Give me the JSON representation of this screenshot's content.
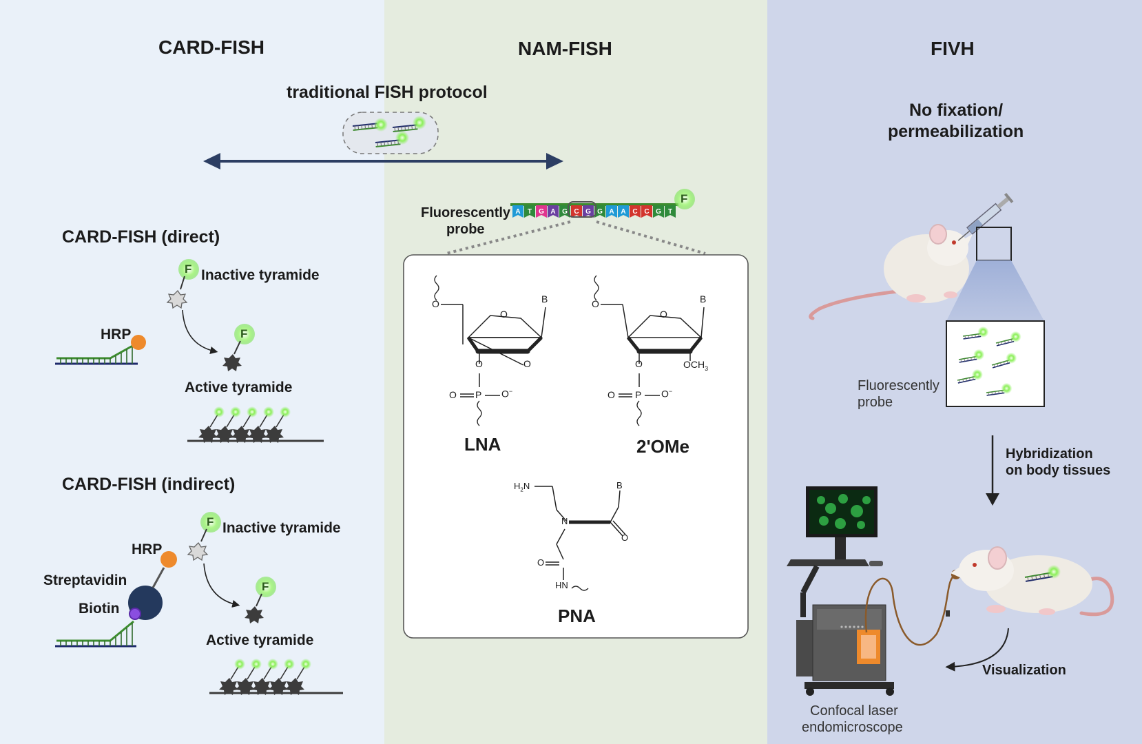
{
  "columns": {
    "card_fish": {
      "title": "CARD-FISH",
      "direct": {
        "heading": "CARD-FISH (direct)",
        "fluor_tag": "F",
        "inactive_label": "Inactive tyramide",
        "active_label": "Active tyramide",
        "hrp_label": "HRP"
      },
      "indirect": {
        "heading": "CARD-FISH (indirect)",
        "fluor_tag": "F",
        "inactive_label": "Inactive tyramide",
        "active_label": "Active tyramide",
        "hrp_label": "HRP",
        "streptavidin_label": "Streptavidin",
        "biotin_label": "Biotin"
      }
    },
    "nam_fish": {
      "title": "NAM-FISH",
      "probe_label_line1": "Fluorescently",
      "probe_label_line2": "probe",
      "probe_fluor_tag": "F",
      "probe_sequence": [
        "A",
        "T",
        "G",
        "A",
        "G",
        "C",
        "G",
        "G",
        "A",
        "A",
        "C",
        "C",
        "G",
        "T"
      ],
      "box": {
        "lna_label": "LNA",
        "ome_label": "2'OMe",
        "pna_label": "PNA",
        "atom_b": "B",
        "atom_o": "O",
        "atom_och3": "OCH",
        "atom_och3_sub": "3",
        "atom_o_minus": "O",
        "atom_p": "P",
        "atom_h2n": "H",
        "atom_h2n_sub": "2",
        "atom_h2n_n": "N",
        "atom_n": "N",
        "atom_hn": "HN"
      }
    },
    "fivh": {
      "title": "FIVH",
      "subtitle_line1": "No fixation/",
      "subtitle_line2": "permeabilization",
      "probe_label_line1": "Fluorescently",
      "probe_label_line2": "probe",
      "step_hybridization_line1": "Hybridization",
      "step_hybridization_line2": "on body tissues",
      "step_visualization": "Visualization",
      "device_label_line1": "Confocal laser",
      "device_label_line2": "endomicroscope"
    }
  },
  "shared": {
    "protocol_label": "traditional FISH protocol"
  },
  "colors": {
    "panel_left": "#eaf1f9",
    "panel_mid": "#e5ecdf",
    "panel_right": "#cfd6ea",
    "arrow_navy": "#2c3e63",
    "fluor_green": "#76e04c",
    "hrp_orange": "#ee8a2c",
    "streptavidin_navy": "#24395d",
    "biotin_purple": "#8a4ee0",
    "strand_green": "#3d8c2f",
    "strand_navy": "#1e2a6b",
    "tyramide_dark": "#3c3c3c",
    "base_colors": [
      "#1f9ad6",
      "#2f8a3b",
      "#e0358e",
      "#6a3fa0",
      "#2f8a3b",
      "#d2352e",
      "#6a3fa0",
      "#2f8a3b",
      "#1f9ad6",
      "#1f9ad6",
      "#d2352e",
      "#d2352e",
      "#2f8a3b",
      "#2f8a3b"
    ]
  }
}
